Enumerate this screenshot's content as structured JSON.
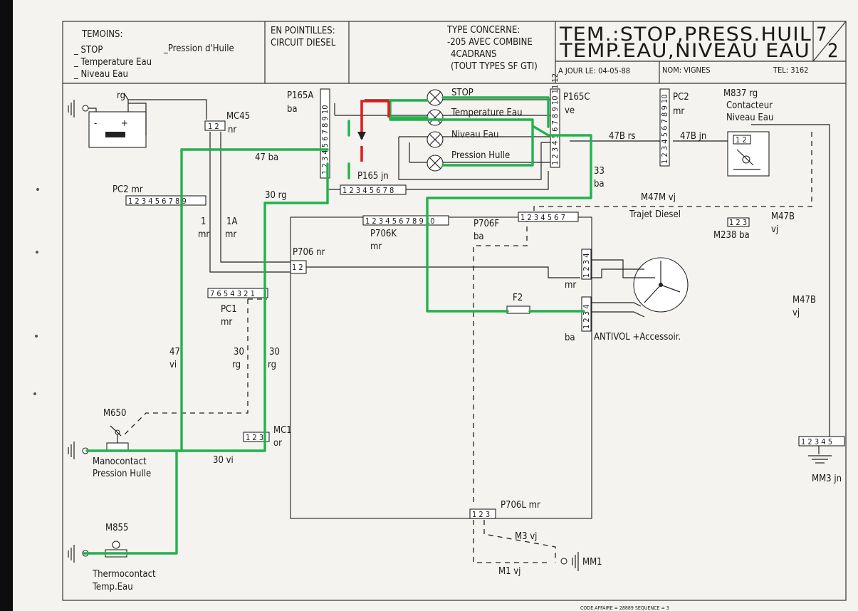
{
  "title_block": {
    "temoins_heading": "TEMOINS:",
    "temoins_items": [
      "_ STOP",
      "_ Temperature Eau",
      "_ Niveau Eau"
    ],
    "pression_item": "_Pression d'Huile",
    "pointilles_line1": "EN POINTILLES:",
    "pointilles_line2": "CIRCUIT DIESEL",
    "type_lines": [
      "TYPE CONCERNE:",
      "-205 AVEC COMBINE",
      "4CADRANS",
      "(TOUT TYPES SF GTI)"
    ],
    "big_title_line1": "TEM.:STOP,PRESS.HUIL",
    "big_title_line2": "TEMP.EAU,NIVEAU EAU",
    "sheet_top": "7",
    "sheet_bottom": "2",
    "a_jour": "A JOUR LE: 04-05-88",
    "nom": "NOM: VIGNES",
    "tel": "TEL: 3162"
  },
  "connectors": {
    "p165a": "P165A",
    "p165a_color": "ba",
    "p165c": "P165C",
    "p165c_color": "ve",
    "p165": "P165 jn",
    "pc2_left": "PC2 mr",
    "pc2_right": "PC2",
    "pc2_right_color": "mr",
    "mc45": "MC45",
    "mc45_color": "nr",
    "rg_top": "rg",
    "m837_line1": "M837 rg",
    "m837_line2": "Contacteur",
    "m837_line3": "Niveau Eau",
    "p706k": "P706K",
    "p706k_color": "mr",
    "p706f": "P706F",
    "p706f_color": "ba",
    "p706": "P706 nr",
    "pc1": "PC1",
    "pc1_color": "mr",
    "mc1": "MC1",
    "mc1_color": "or",
    "m650": "M650",
    "manocontact_line1": "Manocontact",
    "manocontact_line2": "Pression Hulle",
    "m855": "M855",
    "thermo_line1": "Thermocontact",
    "thermo_line2": "Temp.Eau",
    "p706l": "P706L mr",
    "m3": "M3 vj",
    "m1": "M1 vj",
    "mm1": "MM1",
    "mm3": "MM3 jn",
    "m47m": "M47M vj",
    "trajet": "Trajet Diesel",
    "m238": "M238 ba",
    "m47b_a": "M47B",
    "m47b_a_color": "vj",
    "m47b_b": "M47B",
    "m47b_b_color": "vj",
    "f2": "F2",
    "antivol": "ANTIVOL +Accessoir.",
    "ba_antivol": "ba",
    "mr_antivol": "mr"
  },
  "lamps": [
    "STOP",
    "Temperature Eau",
    "Niveau Eau",
    "Pression Hulle"
  ],
  "wire_labels": {
    "w47ba": "47 ba",
    "w30rg": "30 rg",
    "w47brs": "47B rs",
    "w47bjn": "47B jn",
    "w33": "33",
    "w33c": "ba",
    "w1": "1",
    "w1c": "mr",
    "w1a": "1A",
    "w1ac": "mr",
    "w47vi": "47",
    "w47vic": "vi",
    "w30rg_a": "30",
    "w30rg_ac": "rg",
    "w30rg_b": "30",
    "w30rg_bc": "rg",
    "w30vi": "30 vi"
  },
  "pin_strips": {
    "p165a": "1 2 3 4 5 6 7 8 9 10",
    "p165c": "1 2 3 4 5 6 7 8 9 10 11 12",
    "p165": "1 2 3 4 5 6 7 8",
    "pc2_left": "1 2 3 4 5 6 7 8 9",
    "pc2_right": "1 2 3 4 5 6 7 8 9 10",
    "p706k": "1 2 3 4 5 6 7 8 9 10",
    "p706f": "1 2 3 4 5 6 7",
    "pc1": "7 6 5 4 3 2 1",
    "mc45": "1 2",
    "mc1": "1 2 3",
    "m837": "1 2",
    "m238": "1 2 3",
    "p706": "1 2",
    "p706l": "1 2 3",
    "mm3": "1 2 3 4 5",
    "antivol_top": "1 2 3 4",
    "antivol_bot": "1 2 3 4"
  },
  "footer": "CODE AFFAIRE = 28889 SEQUENCE = 3",
  "colors": {
    "highlight_green": "#22b24c",
    "highlight_red": "#e01e1e",
    "paper": "#f4f3ef"
  }
}
